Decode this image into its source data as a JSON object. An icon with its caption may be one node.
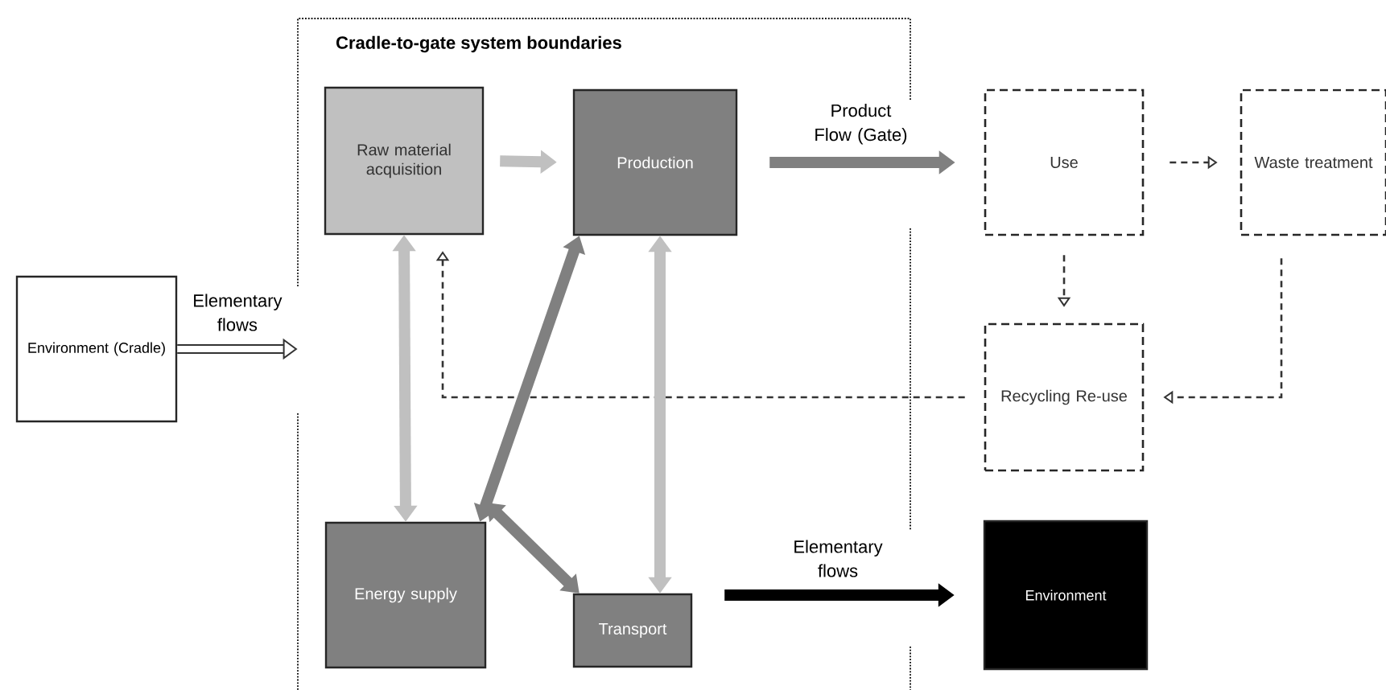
{
  "diagram": {
    "nodes": [
      {
        "text": [
          "Cradle-to-gate system boundaries"
        ]
      },
      {
        "text": [
          "Raw material acquisition"
        ],
        "in": 0
      },
      {
        "text": [
          "Production"
        ],
        "in": 0
      },
      {
        "text": [
          "Use"
        ]
      },
      {
        "text": [
          "Waste treatment"
        ]
      },
      {
        "text": [
          "Environment (Cradle)"
        ]
      },
      {
        "text": [
          "Recycling Re-use"
        ]
      },
      {
        "text": [
          "Energy supply"
        ],
        "in": 0
      },
      {
        "text": [
          "Transport"
        ],
        "in": 0
      },
      {
        "text": [
          "Environment"
        ]
      }
    ],
    "edges": [
      {
        "from": 1,
        "to": 2,
        "arrow": "to",
        "color": "#c0c0c0"
      },
      {
        "from": 2,
        "to": 3,
        "arrow": "to",
        "color": "#808080",
        "label": "Product Flow (Gate)"
      },
      {
        "from": 3,
        "to": 4,
        "arrow": "to",
        "style": "dashed"
      },
      {
        "from": 3,
        "to": 6,
        "arrow": "to",
        "style": "dashed"
      },
      {
        "from": 4,
        "to": 6,
        "arrow": "to",
        "style": "dashed"
      },
      {
        "from": 6,
        "to": 1,
        "arrow": "to",
        "style": "dashed"
      },
      {
        "from": 5,
        "to": 0,
        "arrow": "to",
        "label": "Elementary flows"
      },
      {
        "from": 7,
        "to": 1,
        "arrow": "both",
        "color": "#c0c0c0"
      },
      {
        "from": 7,
        "to": 2,
        "arrow": "both",
        "color": "#808080"
      },
      {
        "from": 7,
        "to": 8,
        "arrow": "both",
        "color": "#808080"
      },
      {
        "from": 8,
        "to": 2,
        "arrow": "both",
        "color": "#c0c0c0"
      },
      {
        "from": 8,
        "to": 9,
        "arrow": "to",
        "color": "#000000",
        "label": "Elementary flows"
      }
    ]
  }
}
